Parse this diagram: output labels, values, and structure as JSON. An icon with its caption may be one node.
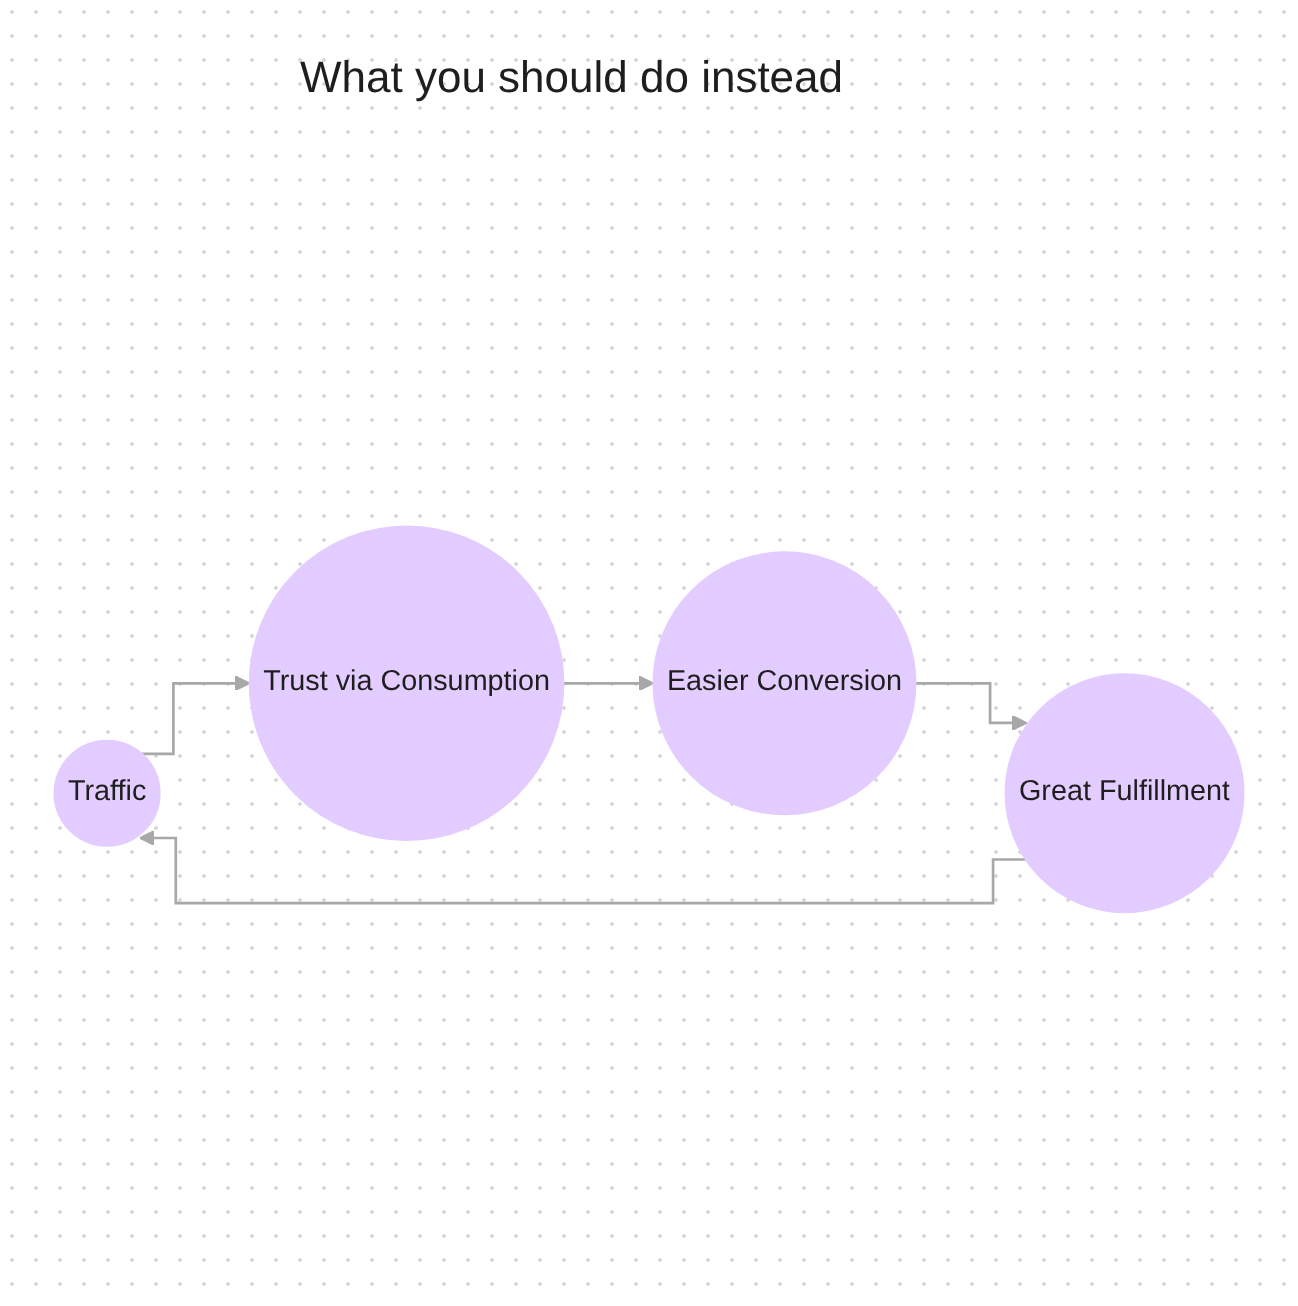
{
  "diagram": {
    "title": "What you should do instead",
    "nodes": [
      {
        "text": [
          "Traffic"
        ]
      },
      {
        "text": [
          "Trust via Consumption"
        ]
      },
      {
        "text": [
          "Easier Conversion"
        ]
      },
      {
        "text": [
          "Great Fulfillment"
        ]
      }
    ],
    "edges": [
      {
        "from": 0,
        "to": 1,
        "arrow": "to"
      },
      {
        "from": 1,
        "to": 2,
        "arrow": "to"
      },
      {
        "from": 2,
        "to": 3,
        "arrow": "to"
      },
      {
        "from": 3,
        "to": 0,
        "arrow": "to"
      }
    ]
  }
}
